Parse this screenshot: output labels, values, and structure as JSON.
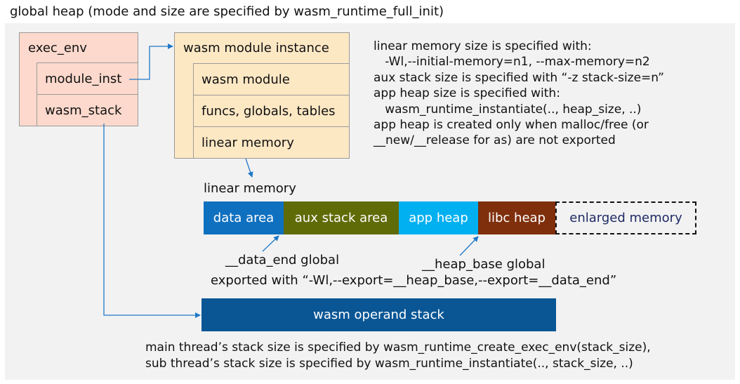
{
  "title": "global heap (mode and size are specified by wasm_runtime_full_init)",
  "exec_env": {
    "header": "exec_env",
    "module_inst": "module_inst",
    "wasm_stack": "wasm_stack"
  },
  "module_instance": {
    "header": "wasm module instance",
    "rows": [
      "wasm module",
      "funcs, globals, tables",
      "linear memory"
    ]
  },
  "notes": {
    "line1": "linear memory size is specified with:",
    "line2": "   -Wl,--initial-memory=n1, --max-memory=n2",
    "line3": "aux stack size is specified with “-z stack-size=n”",
    "line4": "app heap size is specified with:",
    "line5": "   wasm_runtime_instantiate(.., heap_size, ..)",
    "line6": "app heap is created only when malloc/free (or",
    "line7": "__new/__release for as) are not exported"
  },
  "linear_memory": {
    "label": "linear memory",
    "segments": [
      {
        "label": "data area",
        "color": "#0f70c0"
      },
      {
        "label": "aux stack area",
        "color": "#5f6b06"
      },
      {
        "label": "app heap",
        "color": "#00b0f0"
      },
      {
        "label": "libc heap",
        "color": "#7f2f0c"
      }
    ],
    "enlarged": "enlarged memory"
  },
  "labels": {
    "data_end": "__data_end global",
    "heap_base": "__heap_base global",
    "exported": "exported with “-Wl,--export=__heap_base,--export=__data_end”"
  },
  "operand_stack": "wasm operand stack",
  "bottom": {
    "line1": "main thread’s stack size is specified by wasm_runtime_create_exec_env(stack_size),",
    "line2": "sub thread’s stack size is specified by wasm_runtime_instantiate(.., stack_size, ..)"
  },
  "colors": {
    "exec_env_fill": "#fcd9cc",
    "module_fill": "#fde8c4",
    "operand_stack": "#0a5695",
    "arrow": "#1f78c8"
  }
}
